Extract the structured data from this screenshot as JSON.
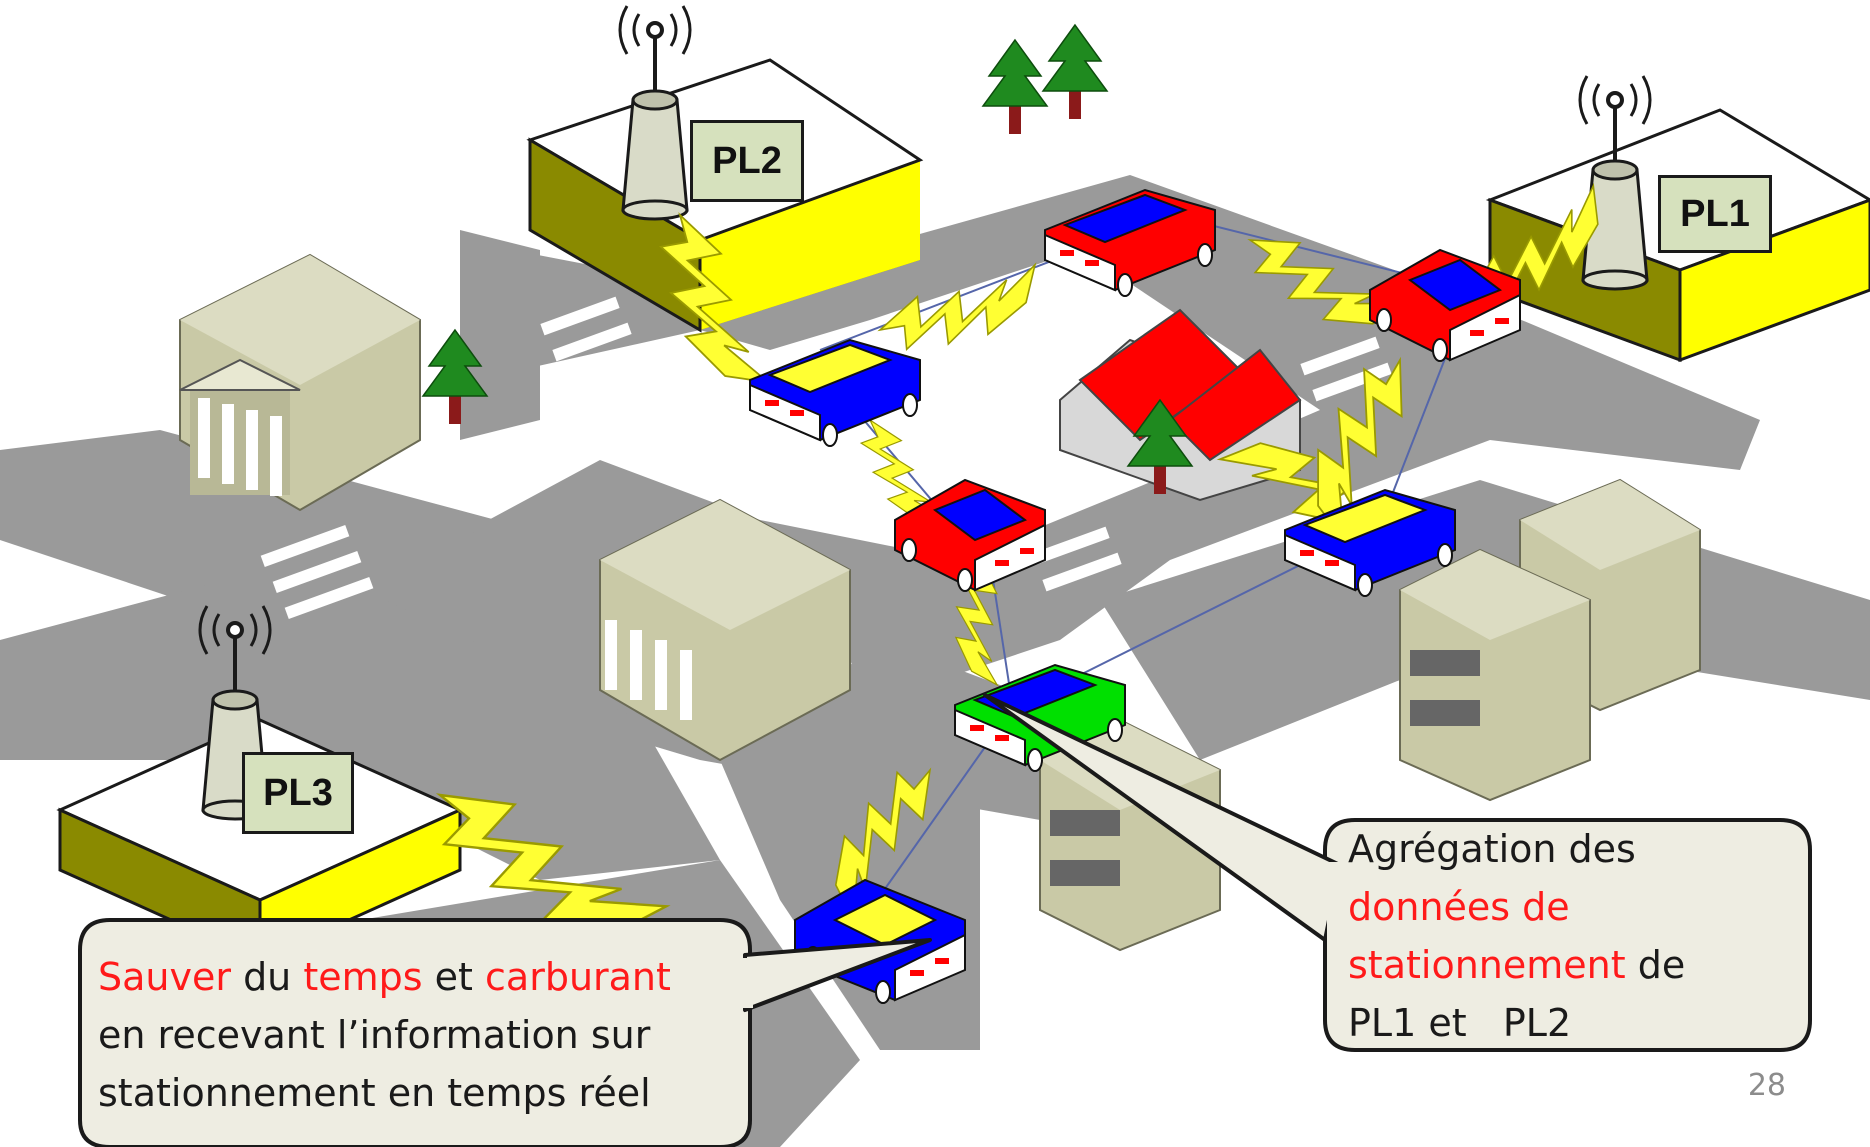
{
  "labels": {
    "pl1": "PL1",
    "pl2": "PL2",
    "pl3": "PL3"
  },
  "callout_left": {
    "line1": [
      {
        "text": "Sauver",
        "highlight": true
      },
      {
        "text": " du ",
        "highlight": false
      },
      {
        "text": "temps",
        "highlight": true
      },
      {
        "text": " et ",
        "highlight": false
      },
      {
        "text": "carburant",
        "highlight": true
      }
    ],
    "line2": "en recevant l’information sur",
    "line3": "stationnement en temps réel"
  },
  "callout_right": {
    "line1": "Agrégation des",
    "line2": "données de",
    "line3_red": "stationnement",
    "line3_rest": " de",
    "line4": "PL1 et   PL2"
  },
  "page_number": "28",
  "colors": {
    "road": "#9a9a9a",
    "crosswalk": "#ffffff",
    "roof_top": "#ffffff",
    "roof_side": "#ffff00",
    "roof_front": "#8a8a00",
    "building": "#c9c9a6",
    "tree": "#1f8a1f",
    "car_red": "#ff0000",
    "car_blue": "#0000ff",
    "car_green": "#00e000",
    "lightning": "#ffff33",
    "highlight_text": "#ff1a1a",
    "callout_bg": "#eeede2"
  }
}
